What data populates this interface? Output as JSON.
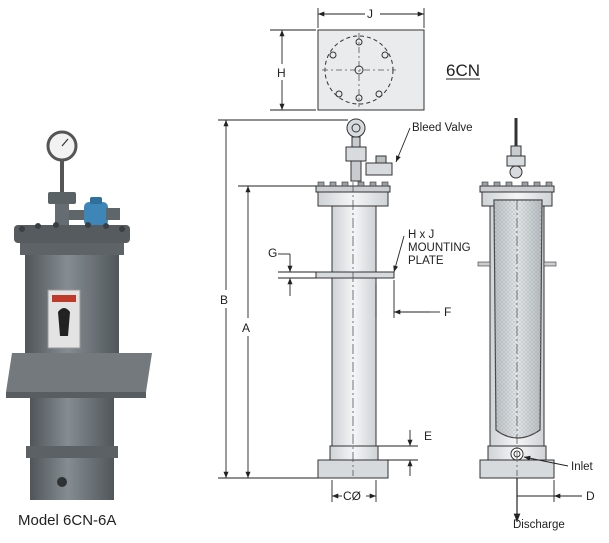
{
  "model_title": "6CN",
  "photo_caption": "Model 6CN-6A",
  "callouts": {
    "bleed_valve": "Bleed Valve",
    "mounting_line1": "H x J",
    "mounting_line2": "MOUNTING",
    "mounting_line3": "PLATE",
    "inlet": "Inlet",
    "discharge": "Discharge"
  },
  "dimension_labels": {
    "A": "A",
    "B": "B",
    "C": "CØ",
    "D": "D",
    "E": "E",
    "F": "F",
    "G": "G",
    "H": "H",
    "J": "J"
  },
  "colors": {
    "housing_gray": "#6f767b",
    "drawing_fill": "#e9ebec",
    "valve_blue": "#3f86b8",
    "outline": "#222222"
  }
}
